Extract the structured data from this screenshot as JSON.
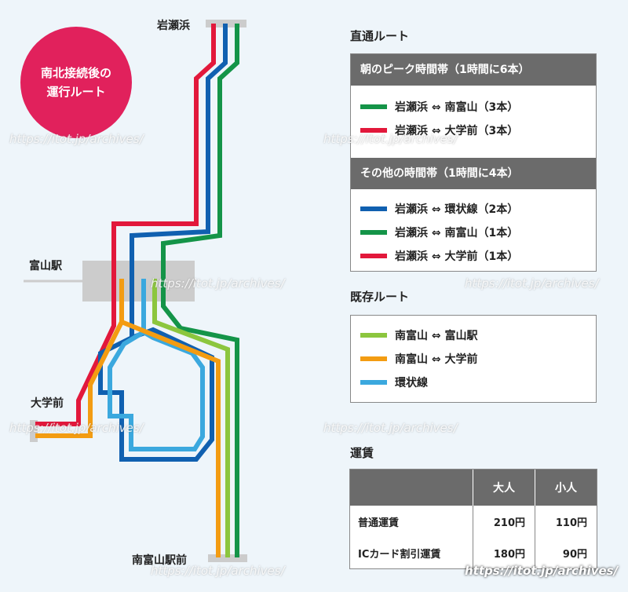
{
  "badge": {
    "line1": "南北接続後の",
    "line2": "運行ルート"
  },
  "stations": {
    "iwasehama": "岩瀬浜",
    "toyama": "富山駅",
    "daigakumae": "大学前",
    "minamitoyama": "南富山駅前"
  },
  "colors": {
    "green": "#149448",
    "red": "#e2183b",
    "blue": "#1060b0",
    "light_green": "#8cc63e",
    "orange": "#f39c12",
    "light_blue": "#3ba8de",
    "platform": "#cccccc",
    "badge": "#e1215c"
  },
  "direct": {
    "title": "直通ルート",
    "peak": {
      "header": "朝のピーク時間帯（1時間に6本）",
      "rows": [
        {
          "color": "#149448",
          "text": "岩瀬浜 ⇔ 南富山（3本）"
        },
        {
          "color": "#e2183b",
          "text": "岩瀬浜 ⇔ 大学前（3本）"
        }
      ]
    },
    "other": {
      "header": "その他の時間帯（1時間に4本）",
      "rows": [
        {
          "color": "#1060b0",
          "text": "岩瀬浜 ⇔ 環状線（2本）"
        },
        {
          "color": "#149448",
          "text": "岩瀬浜 ⇔ 南富山（1本）"
        },
        {
          "color": "#e2183b",
          "text": "岩瀬浜 ⇔ 大学前（1本）"
        }
      ]
    }
  },
  "existing": {
    "title": "既存ルート",
    "rows": [
      {
        "color": "#8cc63e",
        "text": "南富山 ⇔ 富山駅"
      },
      {
        "color": "#f39c12",
        "text": "南富山 ⇔ 大学前"
      },
      {
        "color": "#3ba8de",
        "text": "環状線"
      }
    ]
  },
  "fare": {
    "title": "運賃",
    "col_adult": "大人",
    "col_child": "小人",
    "rows": [
      {
        "label": "普通運賃",
        "adult": "210円",
        "child": "110円"
      },
      {
        "label": "ICカード割引運賃",
        "adult": "180円",
        "child": "90円"
      }
    ]
  },
  "watermark": "https://itot.jp/archives/"
}
